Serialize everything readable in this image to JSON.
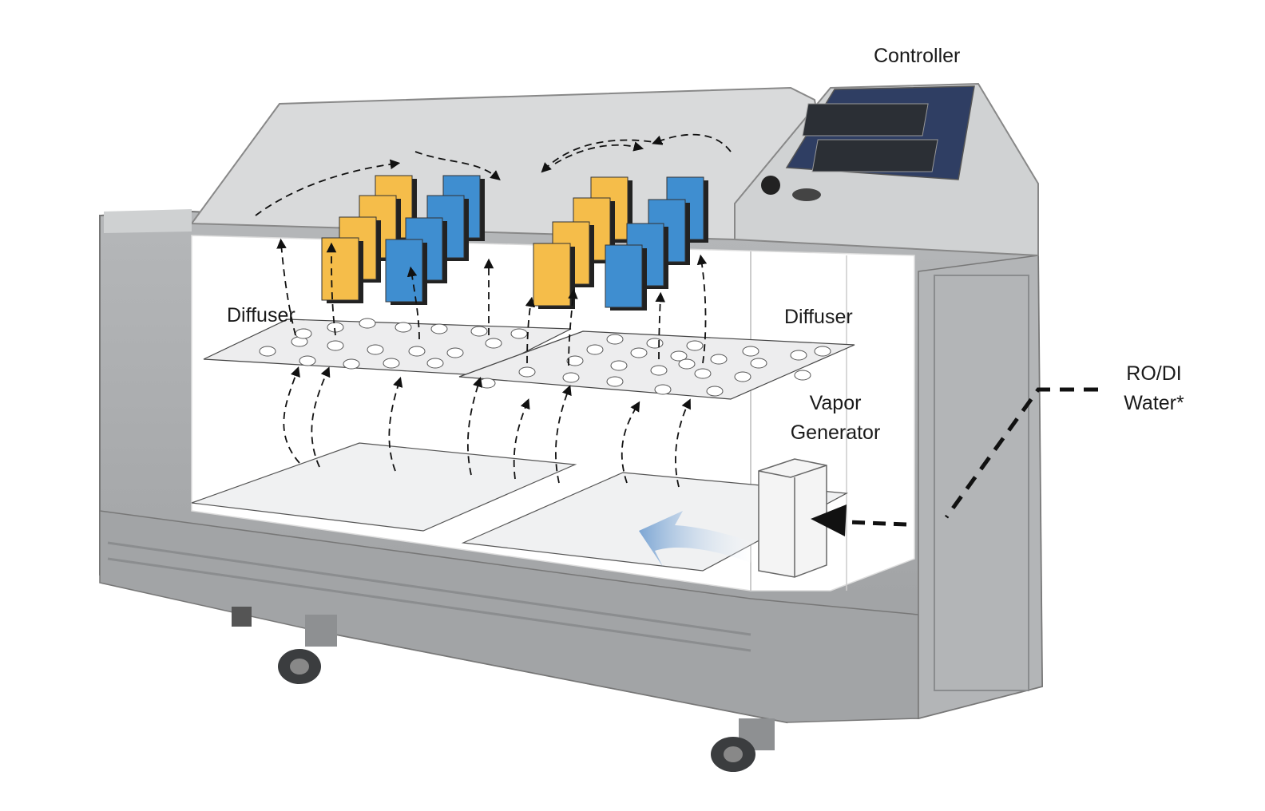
{
  "labels": {
    "controller": "Controller",
    "diffuser_left": "Diffuser",
    "diffuser_right": "Diffuser",
    "vapor_generator_line1": "Vapor",
    "vapor_generator_line2": "Generator",
    "water_line1": "RO/DI",
    "water_line2": "Water*"
  },
  "colors": {
    "cabinet_gray": "#a9abad",
    "cabinet_dark": "#8d8f91",
    "panel_yellow": "#f5bd4a",
    "panel_blue": "#3f8ed0",
    "screen": "#2b2f35",
    "arrow": "#111111",
    "flow_arrow": "#7fa8d6"
  }
}
